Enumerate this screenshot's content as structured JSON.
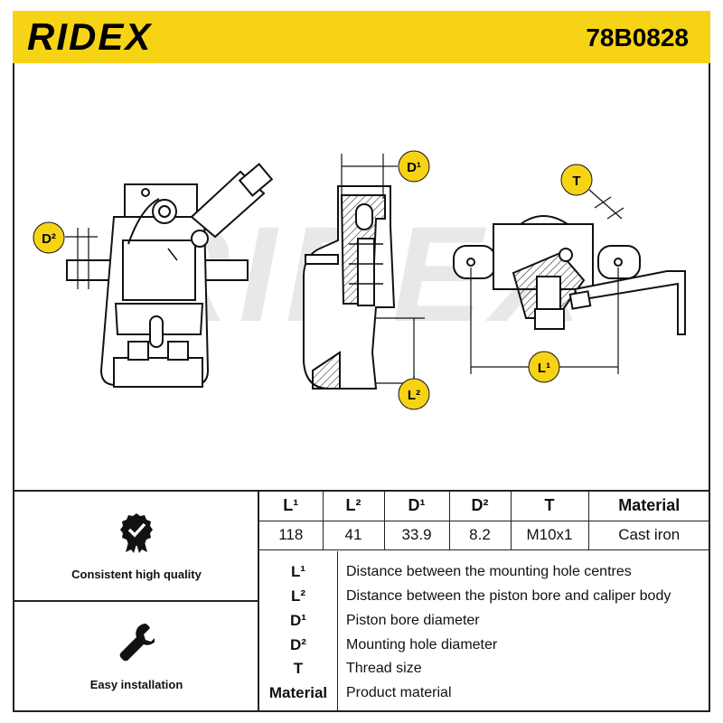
{
  "header": {
    "brand": "RIDEX",
    "part_number": "78B0828"
  },
  "drawing": {
    "watermark": "RIDEX",
    "callouts": {
      "d1": "D¹",
      "d2": "D²",
      "t": "T",
      "l1": "L¹",
      "l2": "L²"
    }
  },
  "features": [
    {
      "label": "Consistent high quality",
      "icon": "quality-badge-icon"
    },
    {
      "label": "Easy installation",
      "icon": "wrench-icon"
    }
  ],
  "spec_table": {
    "headers": [
      "L¹",
      "L²",
      "D¹",
      "D²",
      "T",
      "Material"
    ],
    "values": [
      "118",
      "41",
      "33.9",
      "8.2",
      "M10x1",
      "Cast iron"
    ]
  },
  "legend": [
    {
      "key": "L¹",
      "desc": "Distance between the mounting hole centres"
    },
    {
      "key": "L²",
      "desc": "Distance between the piston bore and caliper body"
    },
    {
      "key": "D¹",
      "desc": "Piston bore diameter"
    },
    {
      "key": "D²",
      "desc": "Mounting hole diameter"
    },
    {
      "key": "T",
      "desc": "Thread size"
    },
    {
      "key": "Material",
      "desc": "Product material"
    }
  ],
  "colors": {
    "accent": "#f7d315",
    "ink": "#111111",
    "watermark": "#e6e6e6"
  }
}
